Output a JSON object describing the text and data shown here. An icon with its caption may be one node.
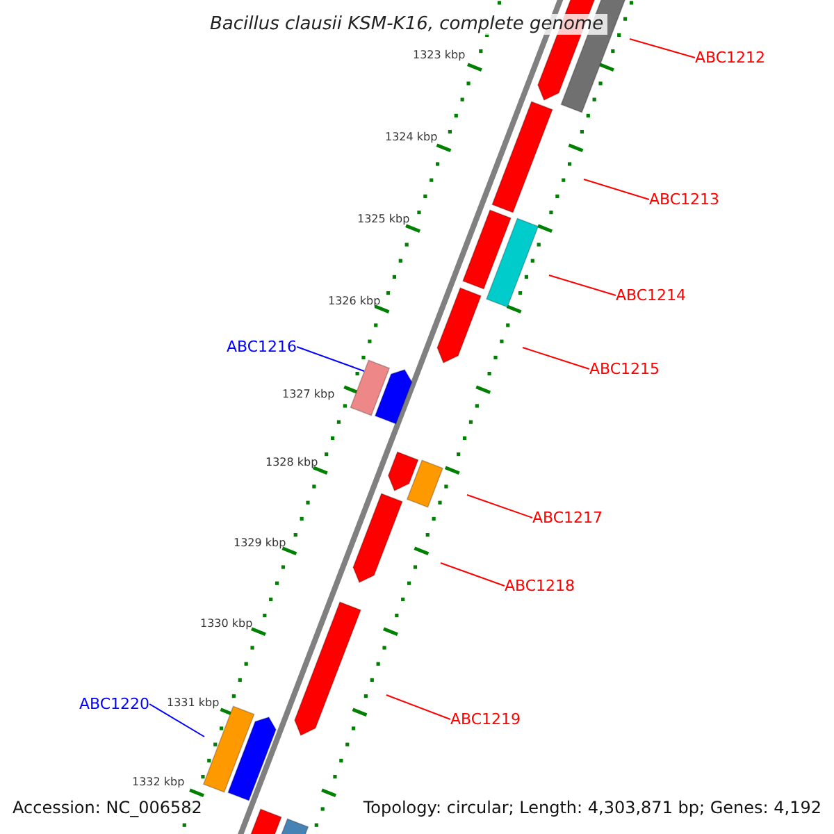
{
  "diagram": {
    "title": "Bacillus clausii KSM-K16, complete genome",
    "nodes": [
      {
        "text": [
          "ABC1212"
        ]
      },
      {
        "text": [
          "ABC1213"
        ]
      },
      {
        "text": [
          "ABC1214"
        ]
      },
      {
        "text": [
          "ABC1216"
        ]
      },
      {
        "text": [
          "ABC1215"
        ]
      },
      {
        "text": [
          "ABC1217"
        ]
      },
      {
        "text": [
          "ABC1218"
        ]
      },
      {
        "text": [
          "ABC1220"
        ]
      },
      {
        "text": [
          "ABC1219"
        ]
      }
    ],
    "edges": [
      {
        "from": 0,
        "to": null,
        "arrow": "none"
      },
      {
        "from": 1,
        "to": null,
        "arrow": "none"
      },
      {
        "from": 2,
        "to": null,
        "arrow": "none"
      },
      {
        "from": 3,
        "to": null,
        "arrow": "none",
        "color": "#0000ff"
      },
      {
        "from": 4,
        "to": null,
        "arrow": "none"
      },
      {
        "from": 5,
        "to": null,
        "arrow": "none"
      },
      {
        "from": 6,
        "to": null,
        "arrow": "none"
      },
      {
        "from": 7,
        "to": null,
        "arrow": "none",
        "color": "#0000ff"
      },
      {
        "from": 8,
        "to": null,
        "arrow": "none"
      }
    ],
    "labels": [
      "1323 kbp",
      "1324 kbp",
      "1325 kbp",
      "1326 kbp",
      "1327 kbp",
      "1328 kbp",
      "1329 kbp",
      "1330 kbp",
      "1331 kbp",
      "1332 kbp",
      "Accession: NC_006582",
      "Topology: circular; Length: 4,303,871 bp; Genes: 4,192"
    ]
  }
}
